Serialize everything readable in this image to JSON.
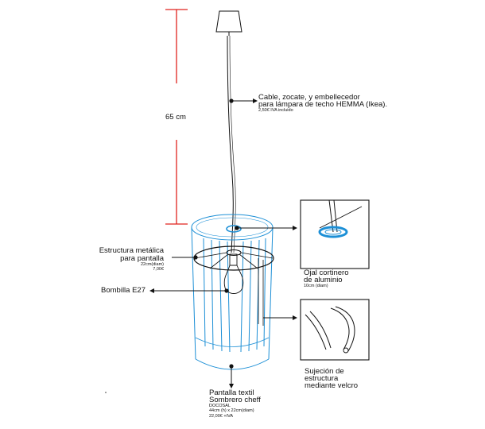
{
  "colors": {
    "shade": "#1c8fd6",
    "dimension": "#e0231e",
    "ink": "#111111"
  },
  "dimension": {
    "label": "65 cm"
  },
  "cable": {
    "line1": "Cable, zocate, y embellecedor",
    "line2": "para lámpara de techo HEMMA (Ikea).",
    "price": "2,50€ IVA incluido"
  },
  "frame": {
    "line1": "Estructura metálica",
    "line2": "para pantalla",
    "size": "22cm(diam)",
    "price": "7,00€"
  },
  "bulb": {
    "label": "Bombilla E27"
  },
  "grommet": {
    "line1": "Ojal cortinero",
    "line2": "de aluminio",
    "size": "10cm (diam)"
  },
  "velcro": {
    "line1": "Sujeción de",
    "line2": "estructura",
    "line3": "mediante velcro"
  },
  "shade": {
    "line1": "Pantalla textil",
    "line2": "Sombrero cheff",
    "brand": "DOCOSAL",
    "size": "44cm (h) x 22cm(diam)",
    "price": "22,00€ +IVA"
  }
}
